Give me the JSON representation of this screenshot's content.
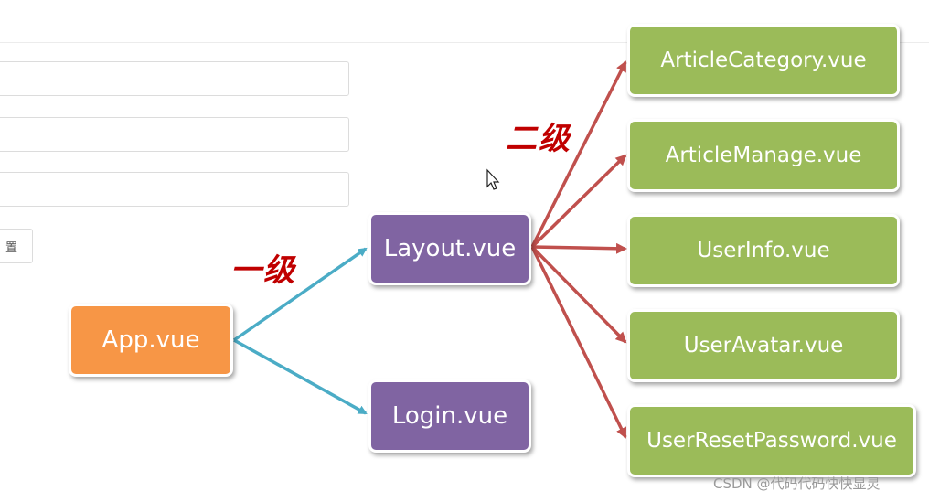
{
  "background_form": {
    "reset_button_label": "置"
  },
  "nodes": {
    "app": "App.vue",
    "layout": "Layout.vue",
    "login": "Login.vue",
    "article_category": "ArticleCategory.vue",
    "article_manage": "ArticleManage.vue",
    "user_info": "UserInfo.vue",
    "user_avatar": "UserAvatar.vue",
    "user_reset_password": "UserResetPassword.vue"
  },
  "labels": {
    "level_one": "一级",
    "level_two": "二级"
  },
  "watermark": "CSDN @代码代码快快显灵",
  "colors": {
    "root": "#f79646",
    "level_one_node": "#8064a2",
    "level_two_node": "#9bbb59",
    "level_one_edge": "#4bacc6",
    "level_two_edge": "#c0504d",
    "label": "#c00000"
  }
}
